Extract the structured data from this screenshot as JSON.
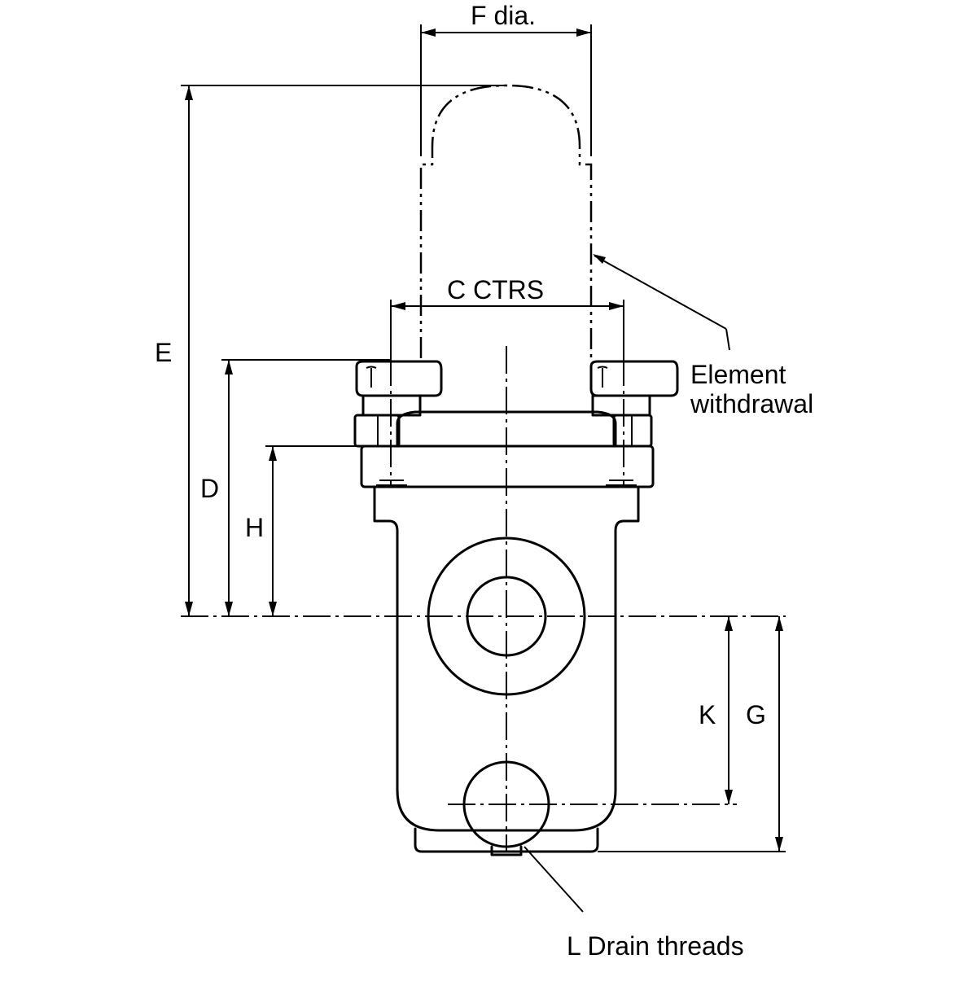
{
  "labels": {
    "f_dia": "F dia.",
    "c_ctrs": "C CTRS",
    "e": "E",
    "d": "D",
    "h": "H",
    "k": "K",
    "g": "G",
    "element_line1": "Element",
    "element_line2": "withdrawal",
    "drain": "L Drain threads"
  }
}
